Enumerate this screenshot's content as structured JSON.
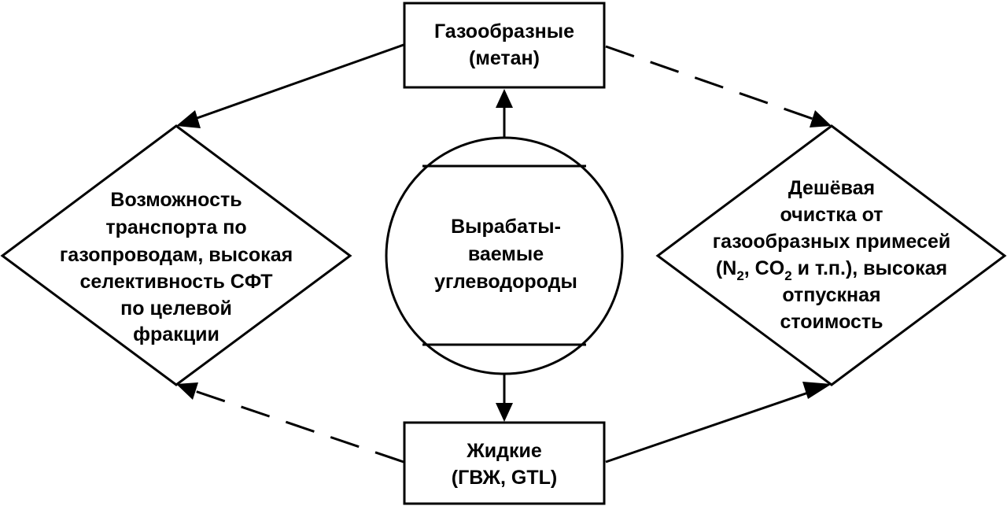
{
  "diagram": {
    "top_box": {
      "lines": [
        "Газообразные",
        "(метан)"
      ]
    },
    "bottom_box": {
      "lines": [
        "Жидкие",
        "(ГВЖ, GTL)"
      ]
    },
    "center_circle": {
      "lines": [
        "Вырабаты-",
        "ваемые",
        "углеводороды"
      ]
    },
    "left_diamond": {
      "lines": [
        "Возможность",
        "транспорта по",
        "газопроводам, высокая",
        "селективность СФТ",
        "по целевой",
        "фракции"
      ]
    },
    "right_diamond": {
      "line1": "Дешёвая",
      "line2": "очистка от",
      "line3": "газообразных примесей",
      "line4_a": "(N",
      "line4_sub1": "2",
      "line4_b": ", CO",
      "line4_sub2": "2",
      "line4_c": " и т.п.), высокая",
      "line5": "отпускная",
      "line6": "стоимость"
    }
  }
}
